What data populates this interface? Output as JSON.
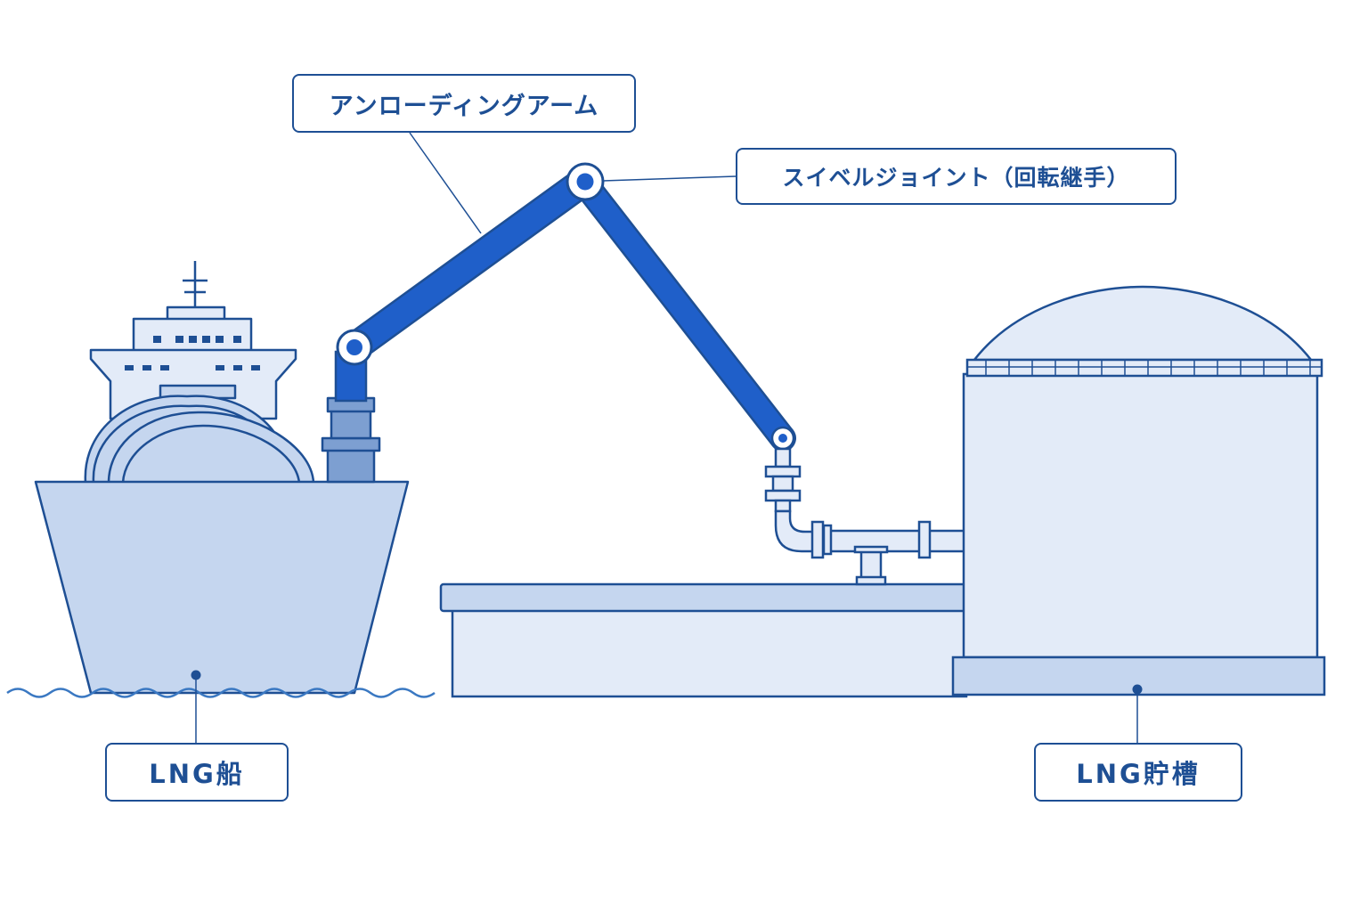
{
  "labels": {
    "unloading_arm": "アンローディングアーム",
    "swivel_joint": "スイベルジョイント（回転継手）",
    "lng_ship": "LNG船",
    "lng_tank": "LNG貯槽"
  },
  "colors": {
    "outline": "#1e4f94",
    "arm": "#1f5fc9",
    "fill_light": "#c5d6ef",
    "fill_pale": "#e3ebf8",
    "water": "#3a78c2",
    "background": "#ffffff"
  }
}
